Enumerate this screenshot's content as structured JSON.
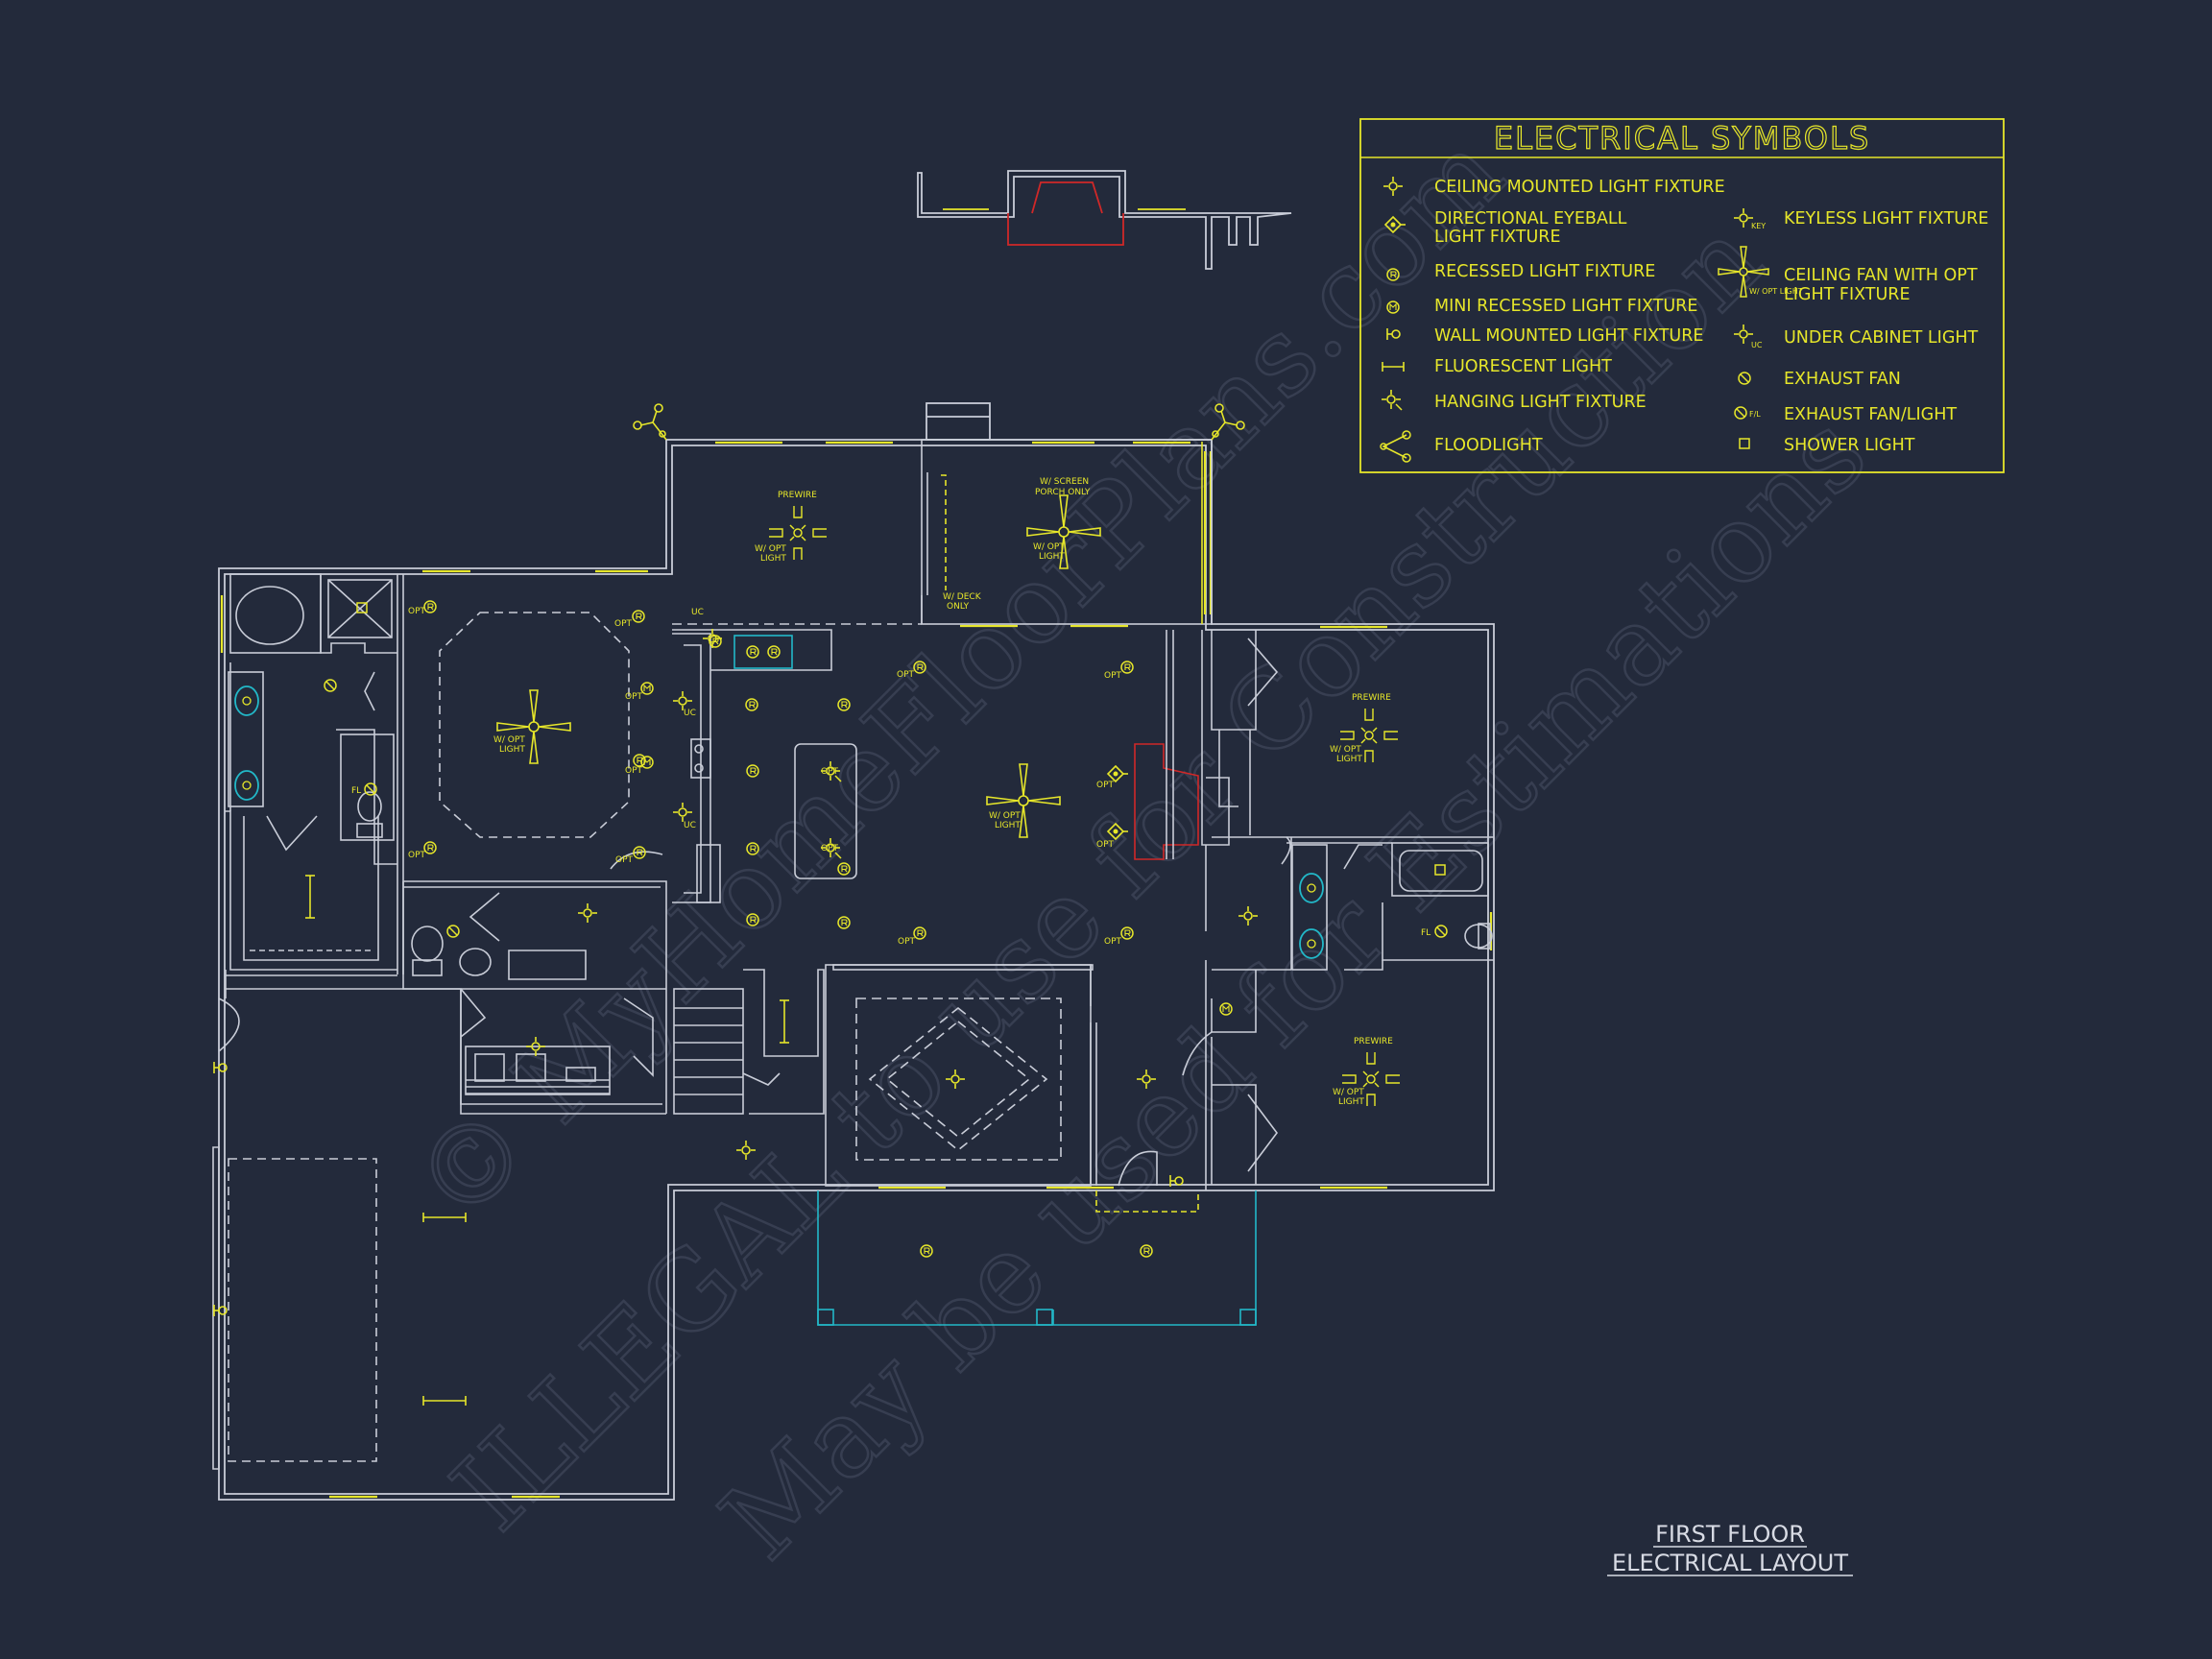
{
  "colors": {
    "background": "#232a3b",
    "wall": "#c9cdd8",
    "fixture": "#e6e62a",
    "accent_teal": "#22b8c8",
    "accent_red": "#d02828",
    "watermark": "#3a4154"
  },
  "legend": {
    "title": "ELECTRICAL SYMBOLS",
    "left_items": [
      {
        "icon": "ceiling-light-icon",
        "label": "CEILING MOUNTED LIGHT FIXTURE"
      },
      {
        "icon": "eyeball-light-icon",
        "label": "DIRECTIONAL EYEBALL",
        "label2": "LIGHT FIXTURE"
      },
      {
        "icon": "recessed-light-icon",
        "label": "RECESSED LIGHT FIXTURE"
      },
      {
        "icon": "mini-recessed-light-icon",
        "label": "MINI RECESSED LIGHT FIXTURE"
      },
      {
        "icon": "wall-light-icon",
        "label": "WALL MOUNTED LIGHT FIXTURE"
      },
      {
        "icon": "fluorescent-light-icon",
        "label": "FLUORESCENT LIGHT"
      },
      {
        "icon": "hanging-light-icon",
        "label": "HANGING LIGHT FIXTURE"
      },
      {
        "icon": "floodlight-icon",
        "label": "FLOODLIGHT"
      }
    ],
    "right_items": [
      {
        "icon": "keyless-light-icon",
        "label": "KEYLESS LIGHT FIXTURE",
        "tag": "KEY"
      },
      {
        "icon": "ceiling-fan-icon",
        "label": "CEILING FAN WITH OPT",
        "label2": "LIGHT FIXTURE",
        "tag": "W/ OPT LIGHT"
      },
      {
        "icon": "under-cabinet-light-icon",
        "label": "UNDER CABINET LIGHT",
        "tag": "UC"
      },
      {
        "icon": "exhaust-fan-icon",
        "label": "EXHAUST FAN"
      },
      {
        "icon": "exhaust-fan-light-icon",
        "label": "EXHAUST FAN/LIGHT",
        "tag": "F/L"
      },
      {
        "icon": "shower-light-icon",
        "label": "SHOWER LIGHT"
      }
    ]
  },
  "plan_labels": {
    "prewire": "PREWIRE",
    "opt": "OPT",
    "w_opt": "W/ OPT",
    "light": "LIGHT",
    "screen_porch_1": "W/ SCREEN",
    "screen_porch_2": "PORCH ONLY",
    "deck_1": "W/ DECK",
    "deck_2": "ONLY",
    "uc": "UC",
    "fl": "FL",
    "recessed_letter": "R",
    "mini_letter": "M"
  },
  "title_block": {
    "line1": "FIRST FLOOR",
    "line2": "ELECTRICAL LAYOUT"
  },
  "watermark": {
    "line1": "© MyHomeFloorPlans.com",
    "line2": "ILLEGAL to use for Construction",
    "line3": "May be used for Estimations"
  }
}
